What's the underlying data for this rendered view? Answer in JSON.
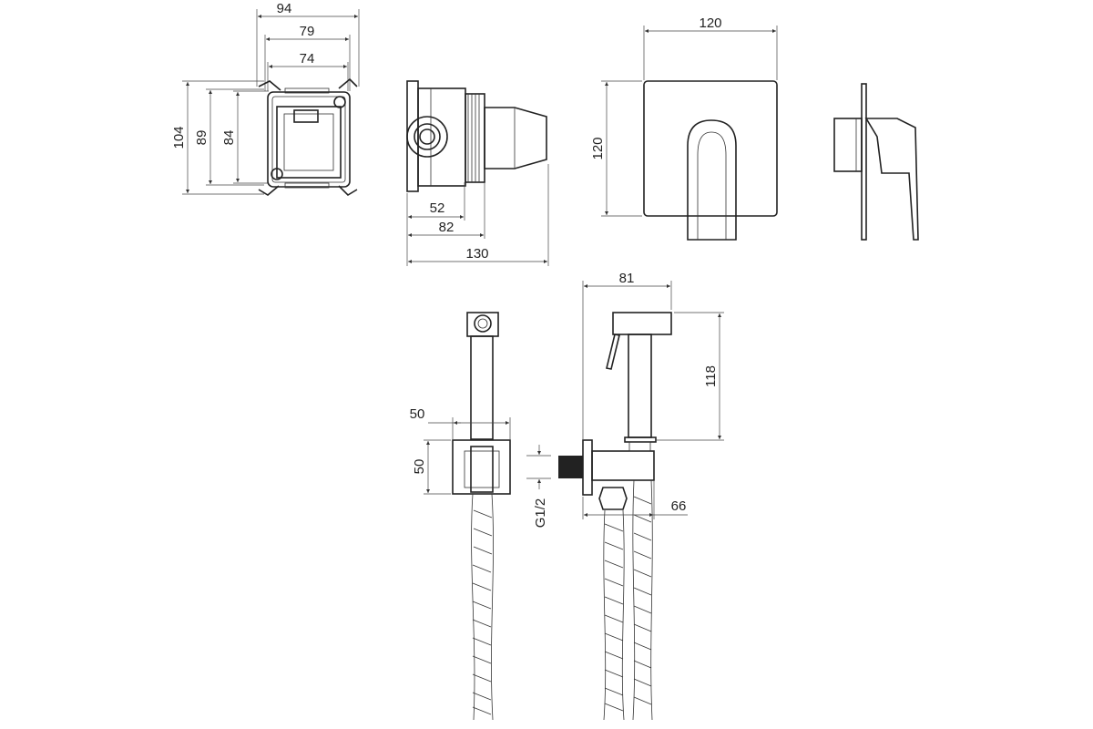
{
  "drawing": {
    "mixer_box_front": {
      "width_outer": "94",
      "width_mid": "79",
      "width_inner": "74",
      "height_outer": "104",
      "height_mid": "89",
      "height_inner": "84"
    },
    "mixer_box_side": {
      "depth_1": "52",
      "depth_2": "82",
      "depth_total": "130"
    },
    "cover_plate": {
      "width": "120",
      "height": "120"
    },
    "hand_shower_front": {
      "holder_width": "50",
      "holder_height": "50"
    },
    "hand_shower_side": {
      "depth": "81",
      "height": "118",
      "outlet_projection": "66",
      "thread": "G1/2"
    }
  }
}
